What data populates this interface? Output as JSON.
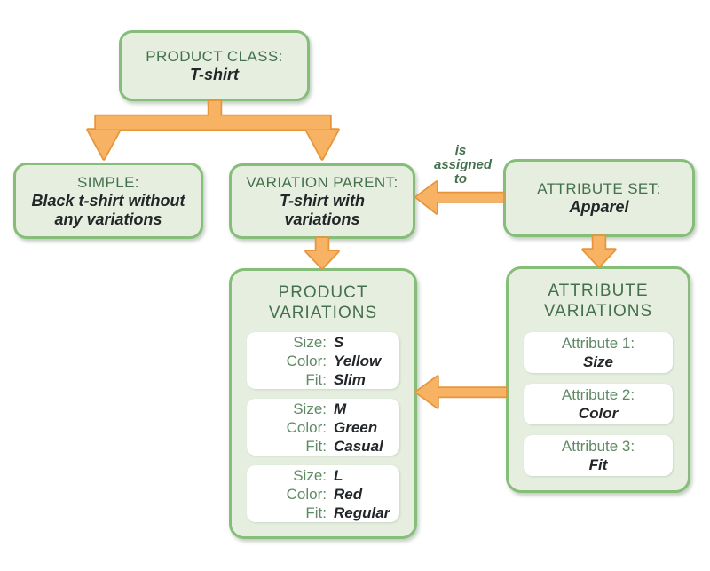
{
  "colors": {
    "box_fill": "#E6EFDF",
    "box_border": "#86BD78",
    "heading_green": "#44704D",
    "label_green": "#5E8A64",
    "text_dark": "#232629",
    "arrow_fill": "#F7B264",
    "arrow_outline": "#E6953B",
    "card_white": "#FFFFFF"
  },
  "nodes": {
    "product_class": {
      "title": "PRODUCT CLASS:",
      "value": "T-shirt"
    },
    "simple": {
      "title": "SIMPLE:",
      "value": "Black t-shirt without any variations"
    },
    "variation_parent": {
      "title": "VARIATION PARENT:",
      "value": "T-shirt with variations"
    },
    "attribute_set": {
      "title": "ATTRIBUTE SET:",
      "value": "Apparel"
    },
    "product_variations": {
      "title": "PRODUCT VARIATIONS",
      "cards": [
        {
          "rows": [
            {
              "label": "Size:",
              "value": "S"
            },
            {
              "label": "Color:",
              "value": "Yellow"
            },
            {
              "label": "Fit:",
              "value": "Slim"
            }
          ]
        },
        {
          "rows": [
            {
              "label": "Size:",
              "value": "M"
            },
            {
              "label": "Color:",
              "value": "Green"
            },
            {
              "label": "Fit:",
              "value": "Casual"
            }
          ]
        },
        {
          "rows": [
            {
              "label": "Size:",
              "value": "L"
            },
            {
              "label": "Color:",
              "value": "Red"
            },
            {
              "label": "Fit:",
              "value": "Regular"
            }
          ]
        }
      ]
    },
    "attribute_variations": {
      "title": "ATTRIBUTE VARIATIONS",
      "cards": [
        {
          "label": "Attribute 1:",
          "value": "Size"
        },
        {
          "label": "Attribute 2:",
          "value": "Color"
        },
        {
          "label": "Attribute 3:",
          "value": "Fit"
        }
      ]
    }
  },
  "edges": {
    "assigned_label": "is assigned to"
  }
}
